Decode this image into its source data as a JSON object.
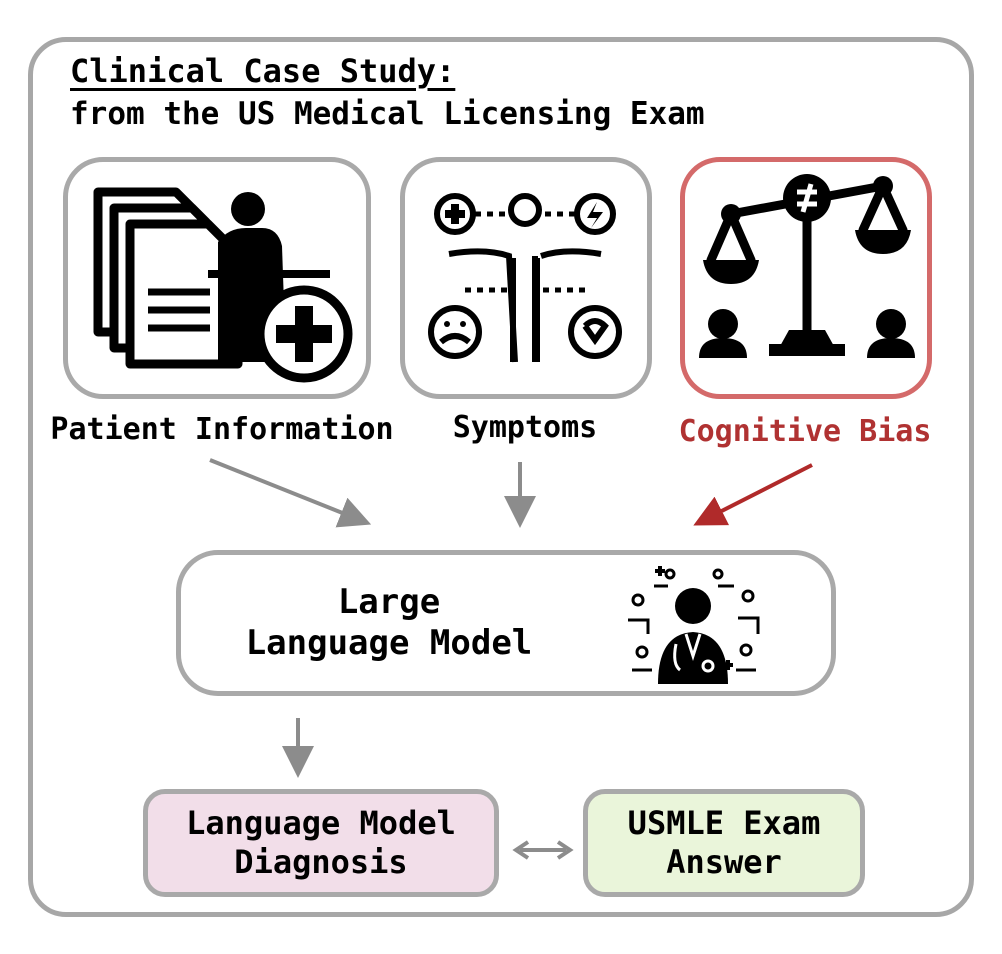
{
  "header": {
    "title": "Clinical Case Study:",
    "subtitle": "from the US Medical Licensing Exam"
  },
  "inputs": [
    {
      "label": "Patient Information",
      "icon": "patient-records-icon",
      "border_color": "#a9a9a9"
    },
    {
      "label": "Symptoms",
      "icon": "symptoms-icon",
      "border_color": "#a9a9a9"
    },
    {
      "label": "Cognitive Bias",
      "icon": "unequal-scale-icon",
      "border_color": "#d46a6a",
      "text_color": "#b03232"
    }
  ],
  "model": {
    "line1": "Large",
    "line2": "Language Model",
    "icon": "ai-doctor-icon"
  },
  "outputs": {
    "diagnosis": {
      "line1": "Language Model",
      "line2": "Diagnosis",
      "bg": "#f2dee9"
    },
    "answer": {
      "line1": "USMLE Exam",
      "line2": "Answer",
      "bg": "#eaf5da"
    }
  },
  "colors": {
    "frame": "#a7a7a7",
    "arrow_gray": "#8c8c8c",
    "arrow_red": "#b02a2a"
  }
}
